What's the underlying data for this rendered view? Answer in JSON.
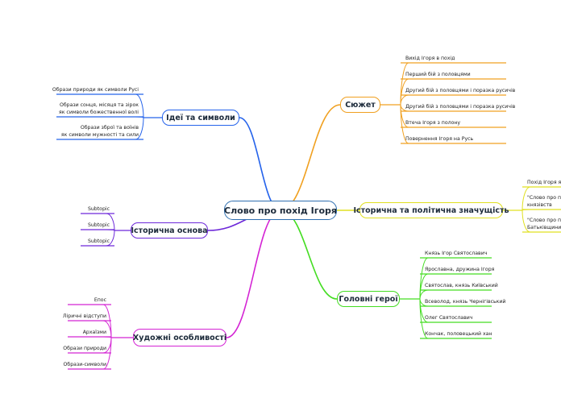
{
  "root": "Слово про похід Ігоря",
  "branches": [
    {
      "id": "ideas",
      "label": "Ідеї та символи",
      "color": "#2563eb",
      "items": [
        "Образи природи як символи Русі",
        "Образи сонця, місяця та зірок\nяк символи божественної волі",
        "Образи зброї та воїнів\nяк символи мужності та сили"
      ]
    },
    {
      "id": "hist",
      "label": "Історична основа",
      "color": "#6d28d9",
      "items": [
        "Subtopic",
        "Subtopic",
        "Subtopic"
      ]
    },
    {
      "id": "art",
      "label": "Художні особливості",
      "color": "#d424d4",
      "items": [
        "Епос",
        "Ліричні відступи",
        "Архаїзми",
        "Образи природи",
        "Образи-символи"
      ]
    },
    {
      "id": "plot",
      "label": "Сюжет",
      "color": "#f0a020",
      "items": [
        "Вихід Ігоря в похід",
        "Перший бій з половцями",
        "Другий бій з половцями і поразка русичів",
        "Другий бій з половцями і поразка русичів",
        "Втеча Ігоря з полону",
        "Повернення Ігоря на Русь"
      ]
    },
    {
      "id": "signif",
      "label": "Історична та політична значущість",
      "color": "#e0e020",
      "items": [
        "Похід Ігоря як с",
        "\"Слово про пох\nкнязівств",
        "\"Слово про пох\nБатьківщини"
      ]
    },
    {
      "id": "heroes",
      "label": "Головні герої",
      "color": "#44dd22",
      "items": [
        "Князь Ігор Святославич",
        "Ярославна, дружина Ігоря",
        "Святослав, князь Київський",
        "Всеволод, князь Чернігівський",
        "Олег Святославич",
        "Кончак, половецький хан"
      ]
    }
  ]
}
